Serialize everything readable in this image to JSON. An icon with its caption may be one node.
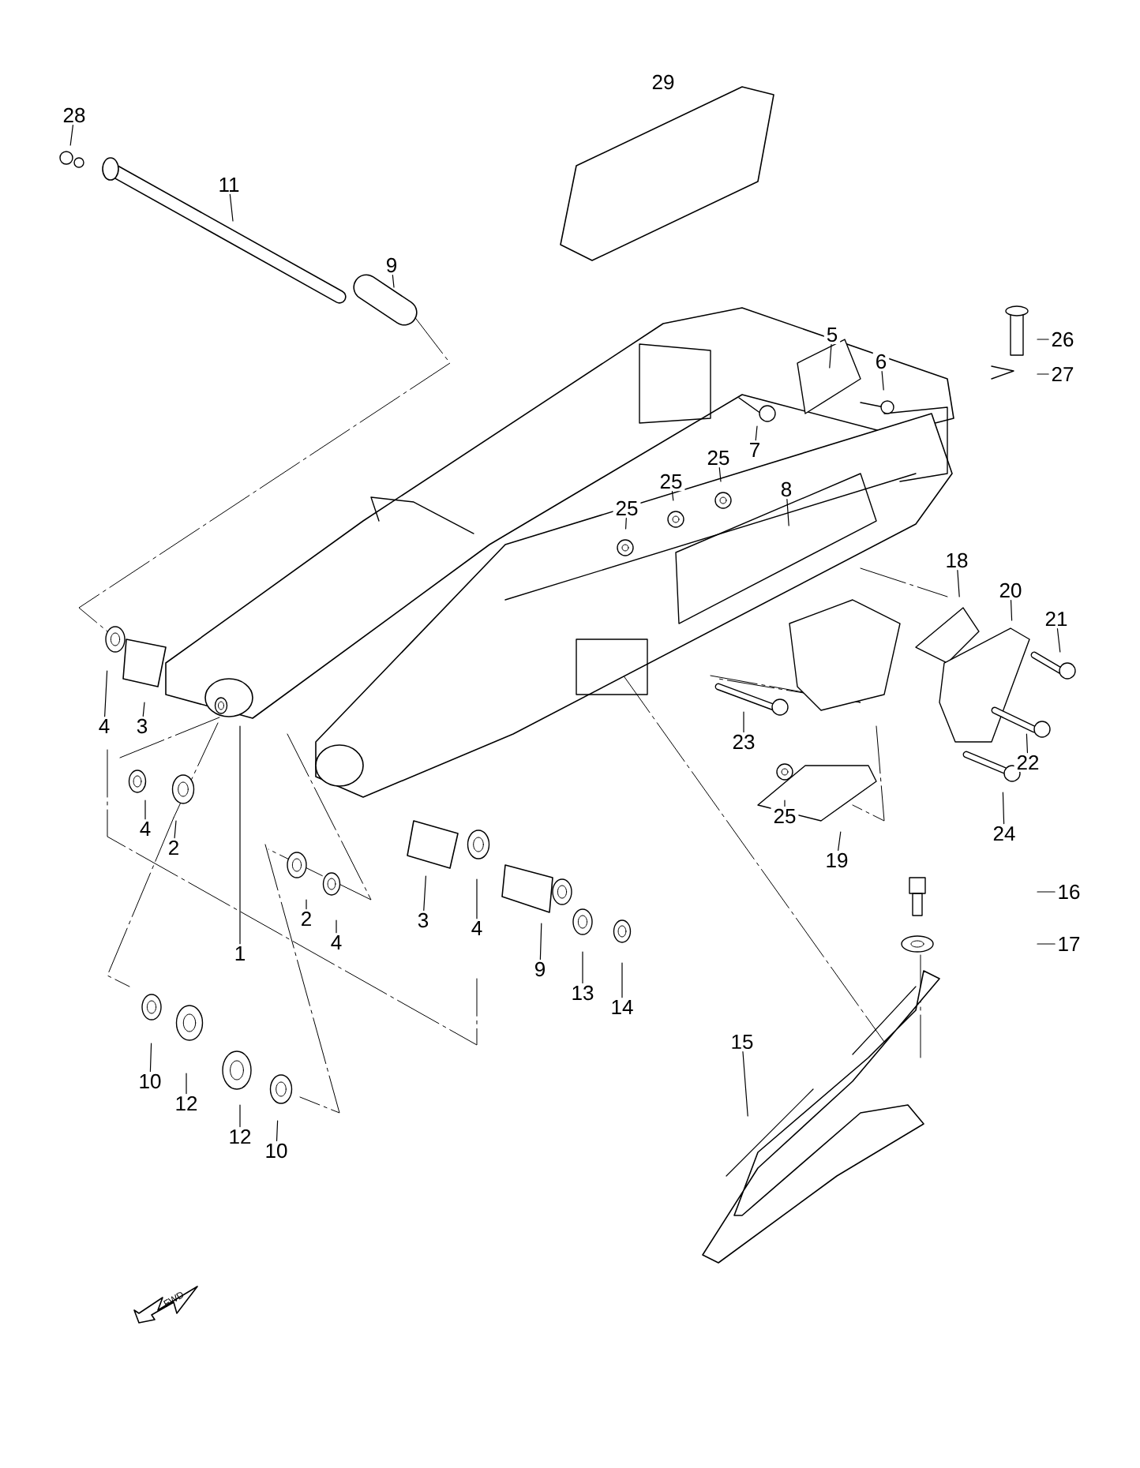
{
  "diagram": {
    "nodes": [
      {
        "text": [
          "28"
        ]
      },
      {
        "text": [
          "11"
        ]
      },
      {
        "text": [
          "29"
        ]
      },
      {
        "text": [
          "9"
        ]
      },
      {
        "text": [
          "26"
        ]
      },
      {
        "text": [
          "5"
        ]
      },
      {
        "text": [
          "6"
        ]
      },
      {
        "text": [
          "27"
        ]
      },
      {
        "text": [
          "7"
        ]
      },
      {
        "text": [
          "25"
        ]
      },
      {
        "text": [
          "25"
        ]
      },
      {
        "text": [
          "25"
        ]
      },
      {
        "text": [
          "8"
        ]
      },
      {
        "text": [
          "18"
        ]
      },
      {
        "text": [
          "20"
        ]
      },
      {
        "text": [
          "21"
        ]
      },
      {
        "text": [
          "4"
        ]
      },
      {
        "text": [
          "3"
        ]
      },
      {
        "text": [
          "23"
        ]
      },
      {
        "text": [
          "22"
        ]
      },
      {
        "text": [
          "24"
        ]
      },
      {
        "text": [
          "4"
        ]
      },
      {
        "text": [
          "2"
        ]
      },
      {
        "text": [
          "25"
        ]
      },
      {
        "text": [
          "19"
        ]
      },
      {
        "text": [
          "16"
        ]
      },
      {
        "text": [
          "3"
        ]
      },
      {
        "text": [
          "2"
        ]
      },
      {
        "text": [
          "4"
        ]
      },
      {
        "text": [
          "4"
        ]
      },
      {
        "text": [
          "17"
        ]
      },
      {
        "text": [
          "1"
        ]
      },
      {
        "text": [
          "9"
        ]
      },
      {
        "text": [
          "13"
        ]
      },
      {
        "text": [
          "14"
        ]
      },
      {
        "text": [
          "15"
        ]
      },
      {
        "text": [
          "10"
        ]
      },
      {
        "text": [
          "12"
        ]
      },
      {
        "text": [
          "12"
        ]
      },
      {
        "text": [
          "10"
        ]
      }
    ],
    "edges": [
      {
        "from": 0,
        "to": null,
        "arrow": "none"
      },
      {
        "from": 1,
        "to": null,
        "arrow": "none"
      },
      {
        "from": 3,
        "to": null,
        "arrow": "none"
      },
      {
        "from": 4,
        "to": null,
        "arrow": "none"
      },
      {
        "from": 5,
        "to": null,
        "arrow": "none"
      },
      {
        "from": 6,
        "to": null,
        "arrow": "none"
      },
      {
        "from": 7,
        "to": null,
        "arrow": "none"
      },
      {
        "from": 8,
        "to": null,
        "arrow": "none"
      },
      {
        "from": 9,
        "to": null,
        "arrow": "none"
      },
      {
        "from": 10,
        "to": null,
        "arrow": "none"
      },
      {
        "from": 11,
        "to": null,
        "arrow": "none"
      },
      {
        "from": 12,
        "to": null,
        "arrow": "none"
      },
      {
        "from": 13,
        "to": null,
        "arrow": "none"
      },
      {
        "from": 14,
        "to": null,
        "arrow": "none"
      },
      {
        "from": 15,
        "to": null,
        "arrow": "none"
      },
      {
        "from": 16,
        "to": null,
        "arrow": "none"
      },
      {
        "from": 17,
        "to": null,
        "arrow": "none"
      },
      {
        "from": 18,
        "to": null,
        "arrow": "none"
      },
      {
        "from": 19,
        "to": null,
        "arrow": "none"
      },
      {
        "from": 20,
        "to": null,
        "arrow": "none"
      },
      {
        "from": 21,
        "to": null,
        "arrow": "none"
      },
      {
        "from": 22,
        "to": null,
        "arrow": "none"
      },
      {
        "from": 23,
        "to": null,
        "arrow": "none"
      },
      {
        "from": 24,
        "to": null,
        "arrow": "none"
      },
      {
        "from": 25,
        "to": null,
        "arrow": "none"
      },
      {
        "from": 26,
        "to": null,
        "arrow": "none"
      },
      {
        "from": 27,
        "to": null,
        "arrow": "none"
      },
      {
        "from": 28,
        "to": null,
        "arrow": "none"
      },
      {
        "from": 29,
        "to": null,
        "arrow": "none"
      },
      {
        "from": 30,
        "to": null,
        "arrow": "none"
      },
      {
        "from": 31,
        "to": null,
        "arrow": "none"
      },
      {
        "from": 32,
        "to": null,
        "arrow": "none"
      },
      {
        "from": 33,
        "to": null,
        "arrow": "none"
      },
      {
        "from": 34,
        "to": null,
        "arrow": "none"
      },
      {
        "from": 35,
        "to": null,
        "arrow": "none"
      },
      {
        "from": 36,
        "to": null,
        "arrow": "none"
      },
      {
        "from": 37,
        "to": null,
        "arrow": "none"
      },
      {
        "from": 38,
        "to": null,
        "arrow": "none"
      },
      {
        "from": 39,
        "to": null,
        "arrow": "none"
      }
    ],
    "labels": [
      "FWD"
    ]
  }
}
